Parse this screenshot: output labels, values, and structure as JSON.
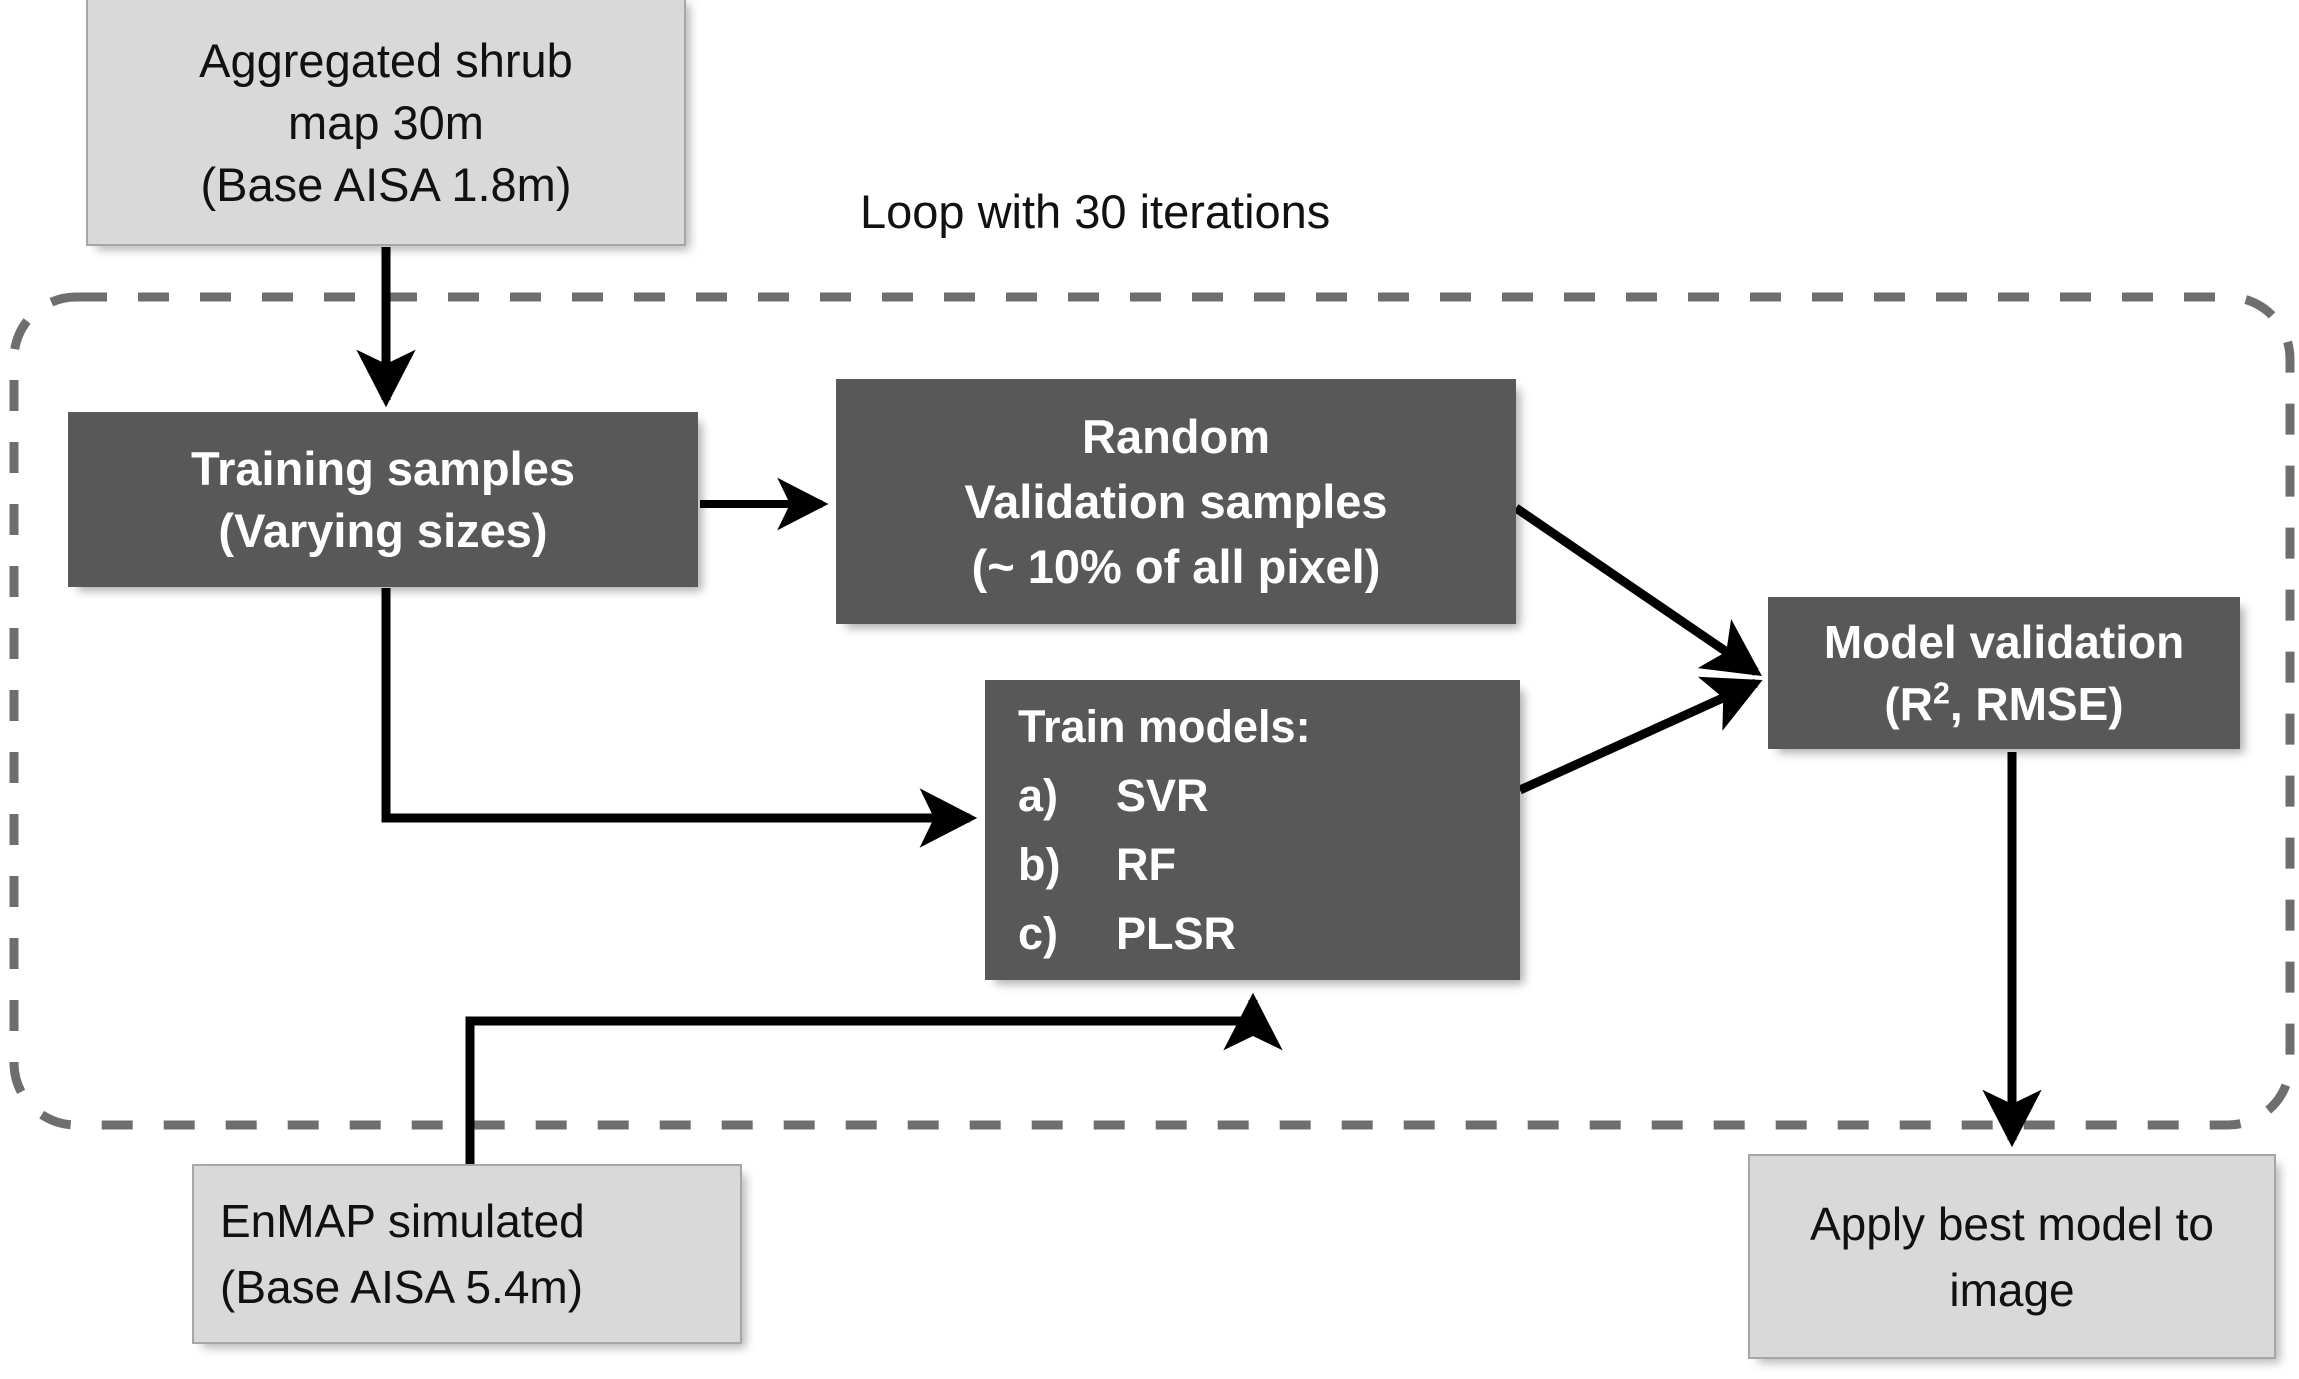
{
  "diagram": {
    "title_label": "Loop with 30 iterations",
    "loop_container": {
      "name": "loop-with-30-iterations",
      "border_style": "dashed",
      "border_color": "#6e6e6e"
    },
    "colors": {
      "light_box_fill": "#d9d9d9",
      "light_box_border": "#a6a6a6",
      "dark_box_fill": "#585858",
      "dark_box_text": "#ffffff",
      "arrow_color": "#000000",
      "dashed_border": "#6e6e6e",
      "page_background": "#ffffff"
    },
    "nodes": {
      "aggregated_map": {
        "style": "light",
        "lines": [
          "Aggregated shrub",
          "map 30m",
          "(Base AISA 1.8m)"
        ]
      },
      "training_samples": {
        "style": "dark",
        "lines": [
          "Training samples",
          "(Varying sizes)"
        ]
      },
      "validation_samples": {
        "style": "dark",
        "lines": [
          "Random",
          "Validation samples",
          "(~ 10% of all pixel)"
        ]
      },
      "train_models": {
        "style": "dark",
        "heading": "Train models:",
        "items": [
          {
            "key": "a)",
            "value": "SVR"
          },
          {
            "key": "b)",
            "value": "RF"
          },
          {
            "key": "c)",
            "value": "PLSR"
          }
        ]
      },
      "model_validation": {
        "style": "dark",
        "line1": "Model validation",
        "line2_prefix": "(R",
        "line2_sup": "2",
        "line2_suffix": ", RMSE)"
      },
      "enmap_simulated": {
        "style": "light",
        "lines": [
          "EnMAP simulated",
          "(Base AISA 5.4m)"
        ]
      },
      "apply_best_model": {
        "style": "light",
        "lines": [
          "Apply best model to",
          "image"
        ]
      }
    },
    "edges": [
      {
        "name": "aggregated-map-to-training-samples",
        "from": "aggregated_map",
        "to": "training_samples",
        "kind": "straight-down"
      },
      {
        "name": "training-samples-to-validation-samples",
        "from": "training_samples",
        "to": "validation_samples",
        "kind": "straight-right"
      },
      {
        "name": "training-samples-to-train-models",
        "from": "training_samples",
        "to": "train_models",
        "kind": "elbow-down-right"
      },
      {
        "name": "validation-samples-to-model-validation",
        "from": "validation_samples",
        "to": "model_validation",
        "kind": "diagonal"
      },
      {
        "name": "train-models-to-model-validation",
        "from": "train_models",
        "to": "model_validation",
        "kind": "diagonal"
      },
      {
        "name": "enmap-to-train-models",
        "from": "enmap_simulated",
        "to": "train_models",
        "kind": "elbow-up-right"
      },
      {
        "name": "model-validation-to-apply-best-model",
        "from": "model_validation",
        "to": "apply_best_model",
        "kind": "straight-down"
      }
    ]
  }
}
